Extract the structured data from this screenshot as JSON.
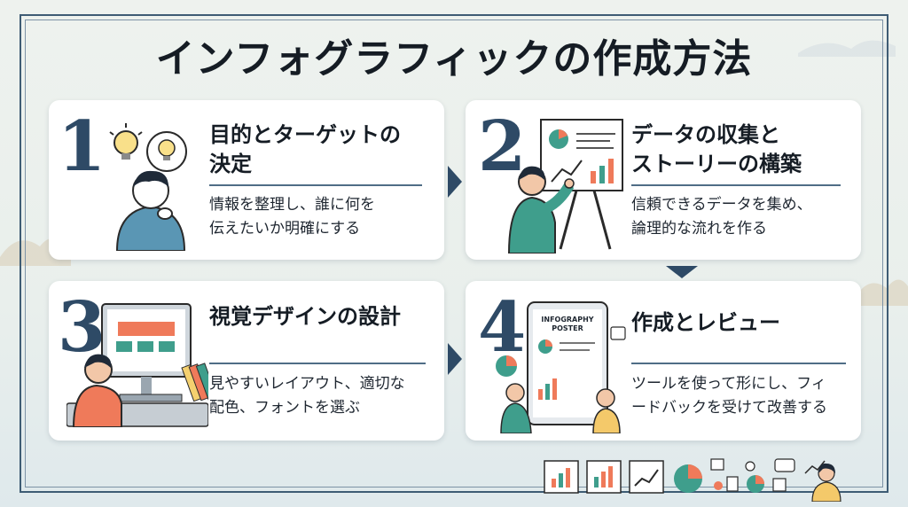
{
  "title": "インフォグラフィックの作成方法",
  "colors": {
    "navy": "#2e4a66",
    "accent": "#ef7a5a",
    "teal": "#3f9e8c",
    "skin": "#f2c7a8"
  },
  "steps": [
    {
      "number": "1",
      "title_lines": [
        "目的とターゲットの",
        "決定"
      ],
      "desc_lines": [
        "情報を整理し、誰に何を",
        "伝えたいか明確にする"
      ],
      "icon": "thinking-person-lightbulb-icon"
    },
    {
      "number": "2",
      "title_lines": [
        "データの収集と",
        "ストーリーの構築"
      ],
      "desc_lines": [
        "信頼できるデータを集め、",
        "論理的な流れを作る"
      ],
      "icon": "presenter-whiteboard-chart-icon"
    },
    {
      "number": "3",
      "title_lines": [
        "視覚デザインの設計"
      ],
      "desc_lines": [
        "見やすいレイアウト、適切な",
        "配色、フォントを選ぶ"
      ],
      "icon": "designer-computer-palette-icon"
    },
    {
      "number": "4",
      "title_lines": [
        "作成とレビュー"
      ],
      "desc_lines": [
        "ツールを使って形にし、フィ",
        "ードバックを受けて改善する"
      ],
      "icon": "infographic-poster-review-icon"
    }
  ],
  "poster": {
    "line1": "INFOGRAPHY",
    "line2": "POSTER"
  }
}
